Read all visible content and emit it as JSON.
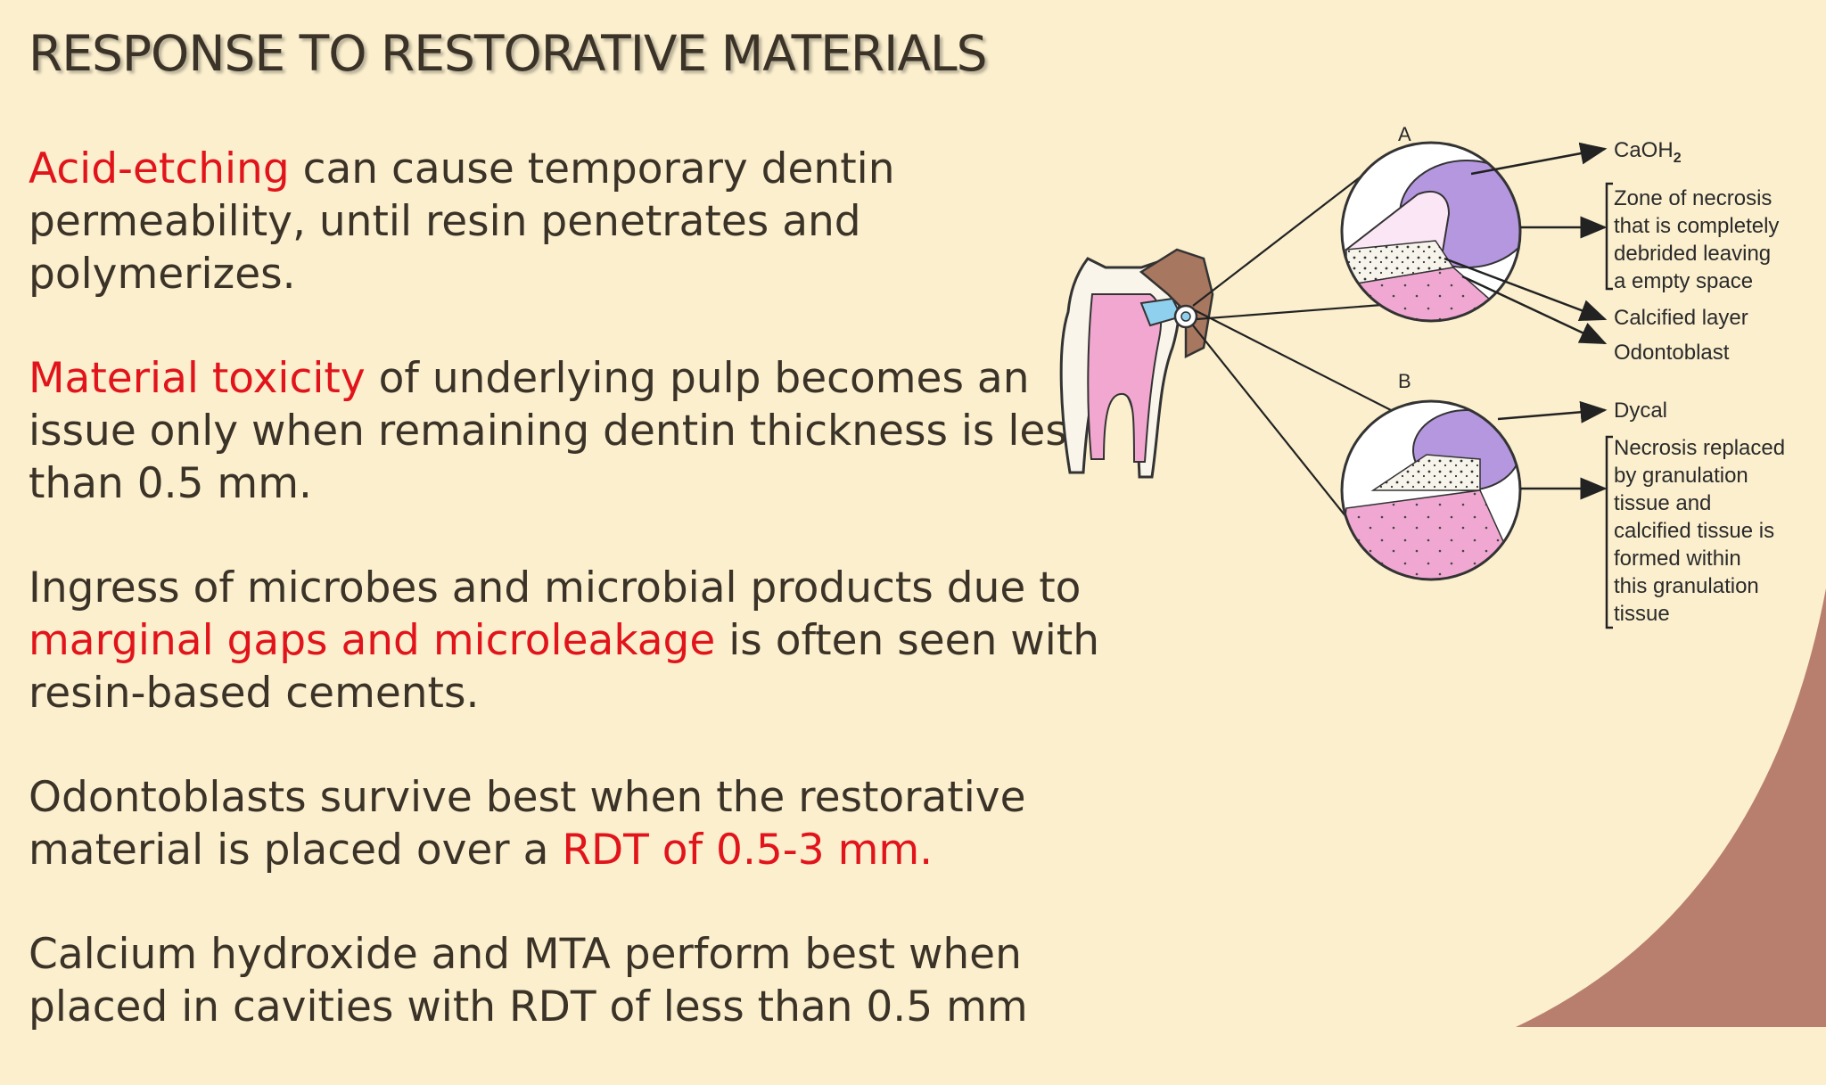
{
  "slide": {
    "title": "RESPONSE TO RESTORATIVE MATERIALS",
    "colors": {
      "background": "#fbefce",
      "corner_arc": "#b87e6e",
      "highlight": "#e2141b",
      "text": "#3b3327"
    }
  },
  "paragraphs": [
    {
      "lines": [
        [
          {
            "text": "Acid-etching",
            "hl": true
          },
          {
            "text": " can cause temporary dentin"
          }
        ],
        [
          {
            "text": "permeability, until resin penetrates and"
          }
        ],
        [
          {
            "text": "polymerizes."
          }
        ]
      ]
    },
    {
      "lines": [
        [
          {
            "text": "Material toxicity",
            "hl": true
          },
          {
            "text": " of underlying pulp becomes an"
          }
        ],
        [
          {
            "text": "issue only when remaining dentin thickness is less"
          }
        ],
        [
          {
            "text": "than 0.5 mm."
          }
        ]
      ]
    },
    {
      "lines": [
        [
          {
            "text": "Ingress of microbes and microbial products due to"
          }
        ],
        [
          {
            "text": "marginal gaps and microleakage",
            "hl": true
          },
          {
            "text": " is often seen with"
          }
        ],
        [
          {
            "text": "resin-based cements."
          }
        ]
      ]
    },
    {
      "lines": [
        [
          {
            "text": "Odontoblasts survive best when the restorative"
          }
        ],
        [
          {
            "text": "material is placed over a "
          },
          {
            "text": "RDT of 0.5-3 mm.",
            "hl": true
          }
        ]
      ]
    },
    {
      "lines": [
        [
          {
            "text": "Calcium hydroxide and MTA perform best when"
          }
        ],
        [
          {
            "text": "placed in cavities with RDT of less than 0.5 mm"
          }
        ]
      ]
    }
  ],
  "figure": {
    "panel_a": {
      "letter": "A",
      "caoh_label": "CaOH",
      "caoh_sub": "2",
      "necrosis_lines": [
        "Zone of necrosis",
        "that is completely",
        "debrided leaving",
        "a empty space"
      ],
      "calcified_layer": "Calcified layer",
      "odontoblast": "Odontoblast"
    },
    "panel_b": {
      "letter": "B",
      "dycal": "Dycal",
      "necrosis_lines": [
        "Necrosis replaced",
        "by granulation",
        "tissue and",
        "calcified tissue is",
        "formed within",
        "this granulation",
        "tissue"
      ]
    }
  }
}
